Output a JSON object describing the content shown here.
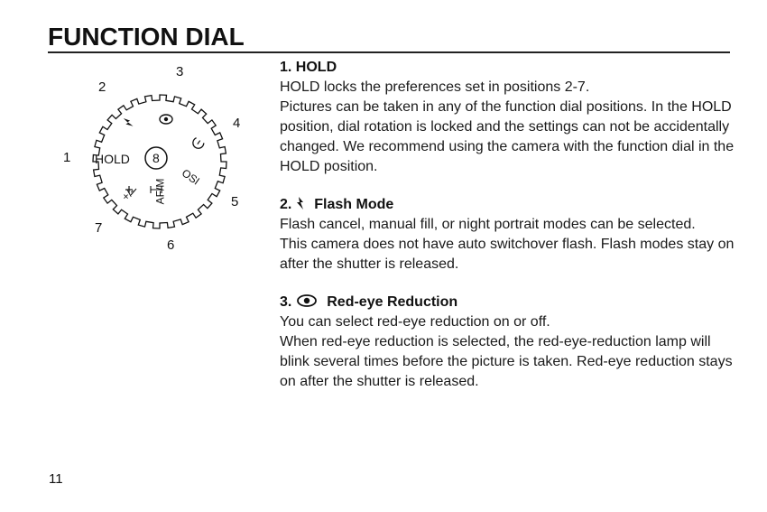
{
  "title": "FUNCTION DIAL",
  "page_number": "11",
  "dial": {
    "position_numbers": [
      "1",
      "2",
      "3",
      "4",
      "5",
      "6",
      "7"
    ],
    "hold_label": "HOLD",
    "center_number": "8",
    "marks": {
      "self_timer": "OSI",
      "af_mf": "AF/M",
      "exposure_comp": "+/-"
    }
  },
  "sections": [
    {
      "heading_number": "1.",
      "heading_label": "HOLD",
      "paragraphs": [
        "HOLD locks the preferences set in positions 2-7.",
        "Pictures can be taken in any of the function dial positions. In the HOLD position, dial rotation is locked and the settings can not be accidentally changed. We recommend using the camera with the function dial in the HOLD position."
      ]
    },
    {
      "heading_number": "2.",
      "heading_icon": "flash-icon",
      "heading_label": "Flash Mode",
      "paragraphs": [
        "Flash cancel, manual fill, or night portrait modes can be selected.",
        "This camera does not have auto switchover flash. Flash modes stay on after the shutter is released."
      ]
    },
    {
      "heading_number": "3.",
      "heading_icon": "red-eye-icon",
      "heading_label": "Red-eye Reduction",
      "paragraphs": [
        "You can select red-eye reduction on or off.",
        "When red-eye reduction is selected, the red-eye-reduction lamp will blink several times before the picture is taken. Red-eye reduction stays on after the shutter is released."
      ]
    }
  ]
}
